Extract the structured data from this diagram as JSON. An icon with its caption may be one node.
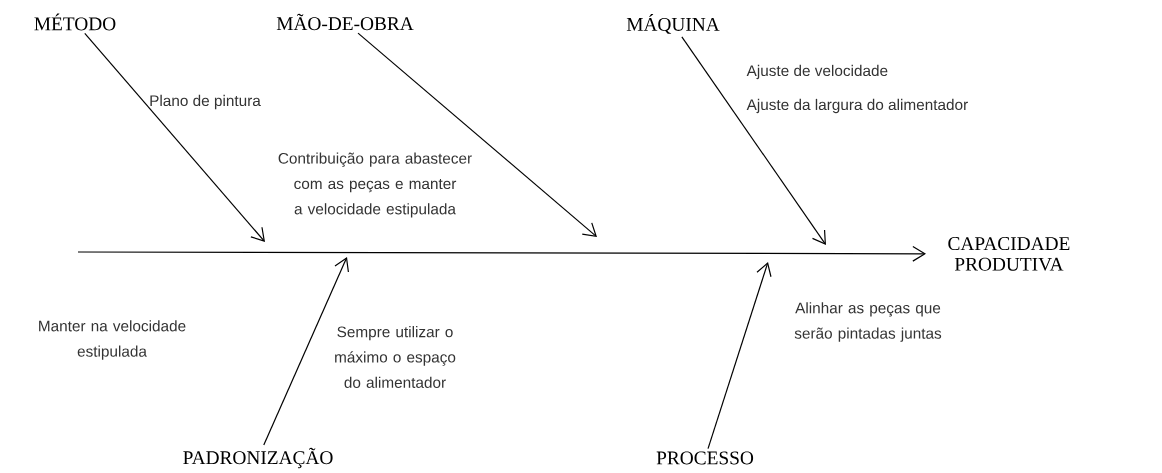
{
  "diagram": {
    "nodes": [
      {
        "text": [
          "MÉTODO"
        ]
      },
      {
        "text": [
          "MÃO-DE-OBRA"
        ]
      },
      {
        "text": [
          "MÁQUINA"
        ]
      },
      {
        "text": [
          "PADRONIZAÇÃO"
        ]
      },
      {
        "text": [
          "PROCESSO"
        ]
      },
      {
        "text": [
          "CAPACIDADE PRODUTIVA"
        ]
      }
    ],
    "edges": [
      {
        "from": 0,
        "to": null,
        "arrow": "to"
      },
      {
        "from": 1,
        "to": null,
        "arrow": "to"
      },
      {
        "from": 2,
        "to": null,
        "arrow": "to"
      },
      {
        "from": 3,
        "to": null,
        "arrow": "to"
      },
      {
        "from": 4,
        "to": null,
        "arrow": "to"
      },
      {
        "from": null,
        "to": 5,
        "arrow": "to"
      }
    ],
    "labels": [
      "Plano de pintura",
      "Contribuição para abastecer com as peças e manter a velocidade estipulada",
      "Ajuste de velocidade",
      "Ajuste da largura do alimentador",
      "Alinhar as peças que serão pintadas juntas",
      "Manter na velocidade estipulada",
      "Sempre utilizar o máximo o espaço do alimentador"
    ]
  }
}
